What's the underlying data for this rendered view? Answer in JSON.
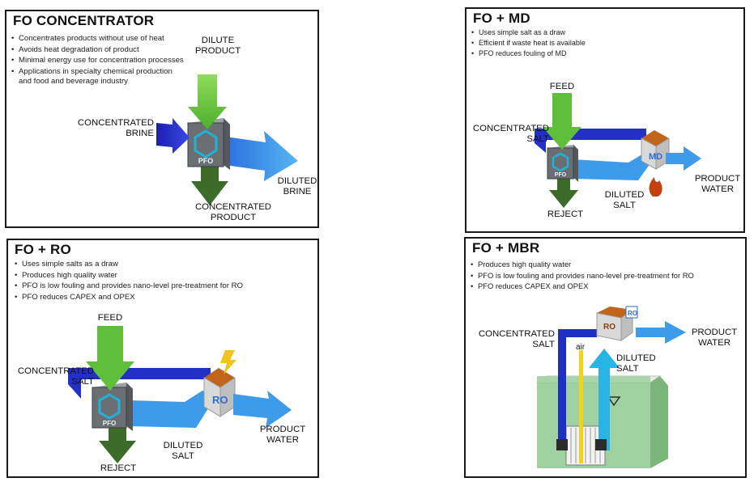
{
  "panels": {
    "concentrator": {
      "title": "FO CONCENTRATOR",
      "bullets": [
        "Concentrates products without use of heat",
        "Avoids heat degradation of product",
        "Minimal energy use for concentration processes",
        "Applications in specialty chemical production and food and beverage industry"
      ],
      "labels": {
        "dilute_product": [
          "DILUTE",
          "PRODUCT"
        ],
        "concentrated_brine": [
          "CONCENTRATED",
          "BRINE"
        ],
        "diluted_brine": [
          "DILUTED",
          "BRINE"
        ],
        "concentrated_product": [
          "CONCENTRATED",
          "PRODUCT"
        ]
      },
      "module_text": "PFO"
    },
    "md": {
      "title": "FO + MD",
      "bullets": [
        "Uses simple salt as a draw",
        "Efficient if waste heat is available",
        "PFO reduces fouling of MD"
      ],
      "labels": {
        "feed": "FEED",
        "concentrated_salt": [
          "CONCENTRATED",
          "SALT"
        ],
        "diluted_salt": [
          "DILUTED",
          "SALT"
        ],
        "reject": "REJECT",
        "product_water": [
          "PRODUCT",
          "WATER"
        ]
      },
      "module_text": "PFO",
      "unit_text": "MD"
    },
    "ro": {
      "title": "FO + RO",
      "bullets": [
        "Uses simple salts as a draw",
        "Produces high quality water",
        "PFO is low fouling and provides nano-level pre-treatment for RO",
        "PFO reduces CAPEX and OPEX"
      ],
      "labels": {
        "feed": "FEED",
        "concentrated_salt": [
          "CONCENTRATED",
          "SALT"
        ],
        "diluted_salt": [
          "DILUTED",
          "SALT"
        ],
        "reject": "REJECT",
        "product_water": [
          "PRODUCT",
          "WATER"
        ]
      },
      "module_text": "PFO",
      "unit_text": "RO"
    },
    "mbr": {
      "title": "FO + MBR",
      "bullets": [
        "Produces high quality water",
        "PFO is low fouling and provides nano-level pre-treatment for RO",
        "PFO reduces CAPEX and OPEX"
      ],
      "labels": {
        "concentrated_salt": [
          "CONCENTRATED",
          "SALT"
        ],
        "air": "air",
        "diluted_salt": [
          "DILUTED",
          "SALT"
        ],
        "product_water": [
          "PRODUCT",
          "WATER"
        ]
      },
      "unit_text": "RO",
      "badge_text": "RO"
    }
  },
  "colors": {
    "feed_green": "#5fbf3a",
    "dark_green": "#3d6b2a",
    "blue_light": "#3d9be9",
    "blue_dark": "#1f2fc4",
    "module_grey": "#6b6f74",
    "pfo_blue": "#1fb3d6",
    "flame": "#c2410c",
    "bolt": "#f0c419"
  }
}
